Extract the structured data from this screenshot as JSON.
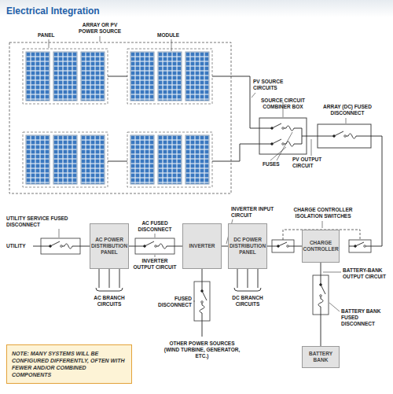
{
  "diagram": {
    "title": "Electrical Integration",
    "nodes": [
      {
        "text": [
          "AC POWER DISTRIBUTION PANEL"
        ]
      },
      {
        "text": [
          "INVERTER"
        ]
      },
      {
        "text": [
          "DC POWER DISTRIBUTION PANEL"
        ]
      },
      {
        "text": [
          "CHARGE CONTROLLER"
        ]
      },
      {
        "text": [
          "BATTERY BANK"
        ]
      },
      {
        "text": [
          "NOTE:",
          "MANY SYSTEMS WILL BE CONFIGURED DIFFERENTLY, OFTEN WITH FEWER AND/OR COMBINED COMPONENTS"
        ]
      }
    ],
    "edges": [
      {
        "from": 0,
        "to": 1,
        "arrow": "none"
      },
      {
        "from": 1,
        "to": 2,
        "arrow": "none"
      },
      {
        "from": 2,
        "to": 3,
        "arrow": "none"
      },
      {
        "from": 3,
        "to": 4,
        "arrow": "none"
      }
    ],
    "labels": [
      "PANEL",
      "ARRAY OR PV POWER SOURCE",
      "MODULE",
      "PV SOURCE CIRCUITS",
      "SOURCE CIRCUIT COMBINER BOX",
      "ARRAY (DC) FUSED DISCONNECT",
      "PV OUTPUT CIRCUIT",
      "FUSES",
      "CHARGE CONTROLLER ISOLATION SWITCHES",
      "UTILITY SERVICE FUSED DISCONNECT",
      "AC FUSED DISCONNECT",
      "INVERTER INPUT CIRCUIT",
      "UTILITY",
      "INVERTER OUTPUT CIRCUIT",
      "BATTERY-BANK OUTPUT CIRCUIT",
      "AC BRANCH CIRCUITS",
      "DC BRANCH CIRCUITS",
      "FUSED DISCONNECT",
      "BATTERY BANK FUSED DISCONNECT",
      "OTHER POWER SOURCES (WIND TURBINE, GENERATOR, ETC.)"
    ]
  }
}
